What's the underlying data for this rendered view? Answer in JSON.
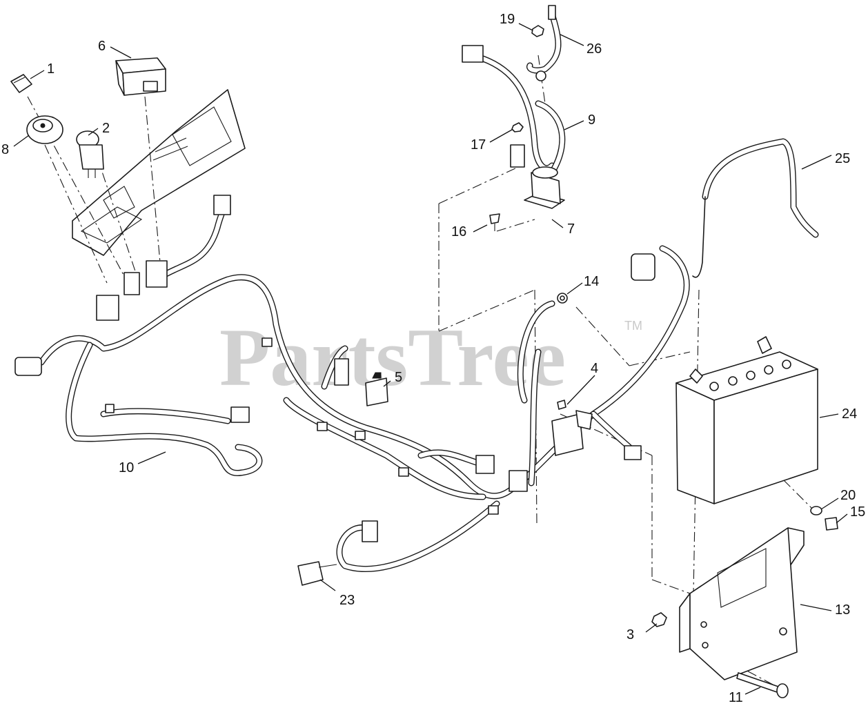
{
  "watermark": {
    "text": "PartsTree",
    "mark": "TM"
  },
  "callouts": [
    {
      "id": "c1",
      "label": "1"
    },
    {
      "id": "c2",
      "label": "2"
    },
    {
      "id": "c3",
      "label": "3"
    },
    {
      "id": "c4",
      "label": "4"
    },
    {
      "id": "c5",
      "label": "5"
    },
    {
      "id": "c6",
      "label": "6"
    },
    {
      "id": "c7",
      "label": "7"
    },
    {
      "id": "c8",
      "label": "8"
    },
    {
      "id": "c9",
      "label": "9"
    },
    {
      "id": "c10",
      "label": "10"
    },
    {
      "id": "c11",
      "label": "11"
    },
    {
      "id": "c13",
      "label": "13"
    },
    {
      "id": "c14",
      "label": "14"
    },
    {
      "id": "c15",
      "label": "15"
    },
    {
      "id": "c16",
      "label": "16"
    },
    {
      "id": "c17",
      "label": "17"
    },
    {
      "id": "c19",
      "label": "19"
    },
    {
      "id": "c20",
      "label": "20"
    },
    {
      "id": "c23",
      "label": "23"
    },
    {
      "id": "c24",
      "label": "24"
    },
    {
      "id": "c25",
      "label": "25"
    },
    {
      "id": "c26",
      "label": "26"
    }
  ]
}
